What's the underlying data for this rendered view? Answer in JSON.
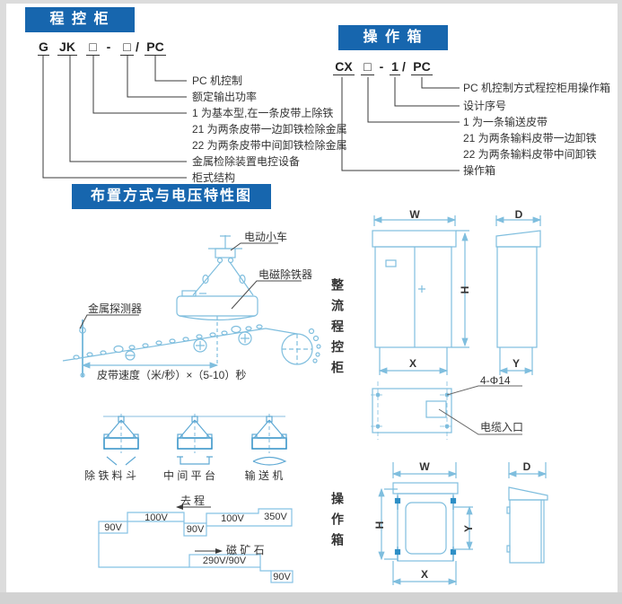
{
  "headers": {
    "control_cabinet": "程 控 柜",
    "operation_box": "操 作 箱",
    "layout_voltage": "布置方式与电压特性图"
  },
  "cabinet_model": {
    "code": [
      "G",
      "JK",
      "□",
      "-",
      "□",
      "/",
      "PC"
    ],
    "labels": [
      "PC 机控制",
      "额定输出功率",
      "1 为基本型,在一条皮带上除铁",
      "21 为两条皮带一边卸铁检除金属",
      "22 为两条皮带中间卸铁检除金属",
      "金属检除装置电控设备",
      "柜式结构"
    ]
  },
  "box_model": {
    "code": [
      "CX",
      "□",
      "-",
      "1",
      "/",
      "PC"
    ],
    "labels": [
      "PC 机控制方式程控柜用操作箱",
      "设计序号",
      "1 为一条输送皮带",
      "21 为两条输料皮带一边卸铁",
      "22 为两条输料皮带中间卸铁",
      "操作箱"
    ]
  },
  "conveyor_diagram": {
    "trolley": "电动小车",
    "separator": "电磁除铁器",
    "detector": "金属探测器",
    "speed": "皮带速度（米/秒）×（5-10）秒"
  },
  "mount_diagram": {
    "hopper": "除 铁 料 斗",
    "platform": "中 间 平 台",
    "conveyor": "输 送 机"
  },
  "voltage_diagram": {
    "outbound": "去程",
    "ore": "磁 矿 石",
    "levels": [
      "90V",
      "100V",
      "90V",
      "100V",
      "350V",
      "290V/90V",
      "90V"
    ]
  },
  "cabinet_drawing": {
    "vertical_label": "整流程控柜",
    "dims": {
      "w": "W",
      "d": "D",
      "h": "H",
      "x": "X",
      "y": "Y"
    },
    "holes": "4-Φ14",
    "cable_entry": "电缆入口"
  },
  "opbox_drawing": {
    "vertical_label": "操作箱",
    "dims": {
      "w": "W",
      "d": "D",
      "h": "H",
      "x": "X",
      "y": "Y"
    }
  }
}
